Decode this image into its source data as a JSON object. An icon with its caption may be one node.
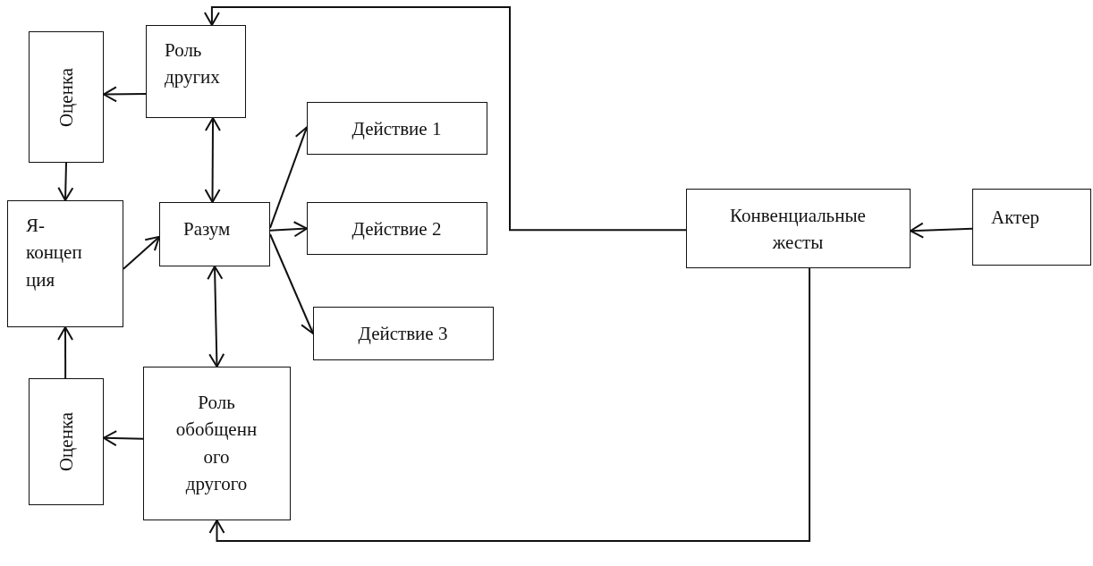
{
  "diagram": {
    "nodes": [
      {
        "text": [
          "Оценка"
        ]
      },
      {
        "text": [
          "Роль других"
        ]
      },
      {
        "text": [
          "Действие 1"
        ]
      },
      {
        "text": [
          "Я- концеп ция"
        ]
      },
      {
        "text": [
          "Разум"
        ]
      },
      {
        "text": [
          "Действие 2"
        ]
      },
      {
        "text": [
          "Конвенциальные жесты"
        ]
      },
      {
        "text": [
          "Актер"
        ]
      },
      {
        "text": [
          "Действие 3"
        ]
      },
      {
        "text": [
          "Оценка"
        ]
      },
      {
        "text": [
          "Роль обобщенн ого другого"
        ]
      }
    ],
    "edges": [
      {
        "from": 1,
        "to": 0,
        "arrow": "to"
      },
      {
        "from": 0,
        "to": 3,
        "arrow": "to"
      },
      {
        "from": 1,
        "to": 4,
        "arrow": "both"
      },
      {
        "from": 3,
        "to": 4,
        "arrow": "to"
      },
      {
        "from": 4,
        "to": 2,
        "arrow": "to"
      },
      {
        "from": 4,
        "to": 5,
        "arrow": "to"
      },
      {
        "from": 4,
        "to": 8,
        "arrow": "to"
      },
      {
        "from": 4,
        "to": 10,
        "arrow": "both"
      },
      {
        "from": 9,
        "to": 3,
        "arrow": "to"
      },
      {
        "from": 10,
        "to": 9,
        "arrow": "to"
      },
      {
        "from": 7,
        "to": 6,
        "arrow": "to"
      },
      {
        "from": 6,
        "to": 1,
        "arrow": "to"
      },
      {
        "from": 6,
        "to": 10,
        "arrow": "to"
      }
    ]
  }
}
